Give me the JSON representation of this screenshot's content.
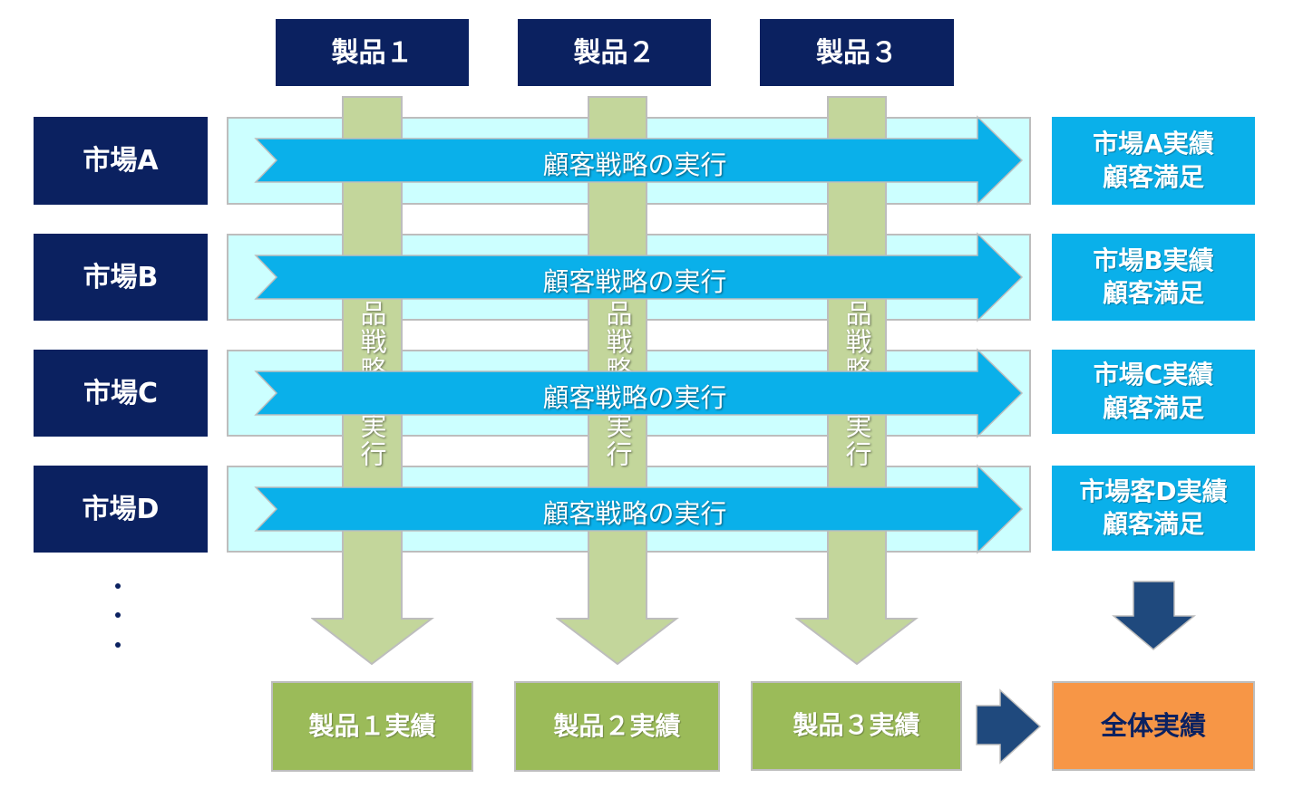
{
  "products": [
    "製品１",
    "製品２",
    "製品３"
  ],
  "markets": [
    "市場A",
    "市場B",
    "市場C",
    "市場D"
  ],
  "customer_strategy_label": "顧客戦略の実行",
  "product_strategy_label": "製品戦略の実行",
  "market_results": [
    {
      "line1": "市場A実績",
      "line2": "顧客満足"
    },
    {
      "line1": "市場B実績",
      "line2": "顧客満足"
    },
    {
      "line1": "市場C実績",
      "line2": "顧客満足"
    },
    {
      "line1": "市場客D実績",
      "line2": "顧客満足"
    }
  ],
  "product_results": [
    "製品１実績",
    "製品２実績",
    "製品３実績"
  ],
  "total_result": "全体実績",
  "colors": {
    "navy": "#0b2160",
    "cyan": "#0ab0ea",
    "band": "#ccffff",
    "green_arrow": "#c3d69b",
    "green_box": "#9bbb59",
    "orange": "#f79646",
    "dark_arrow": "#1f497d"
  }
}
